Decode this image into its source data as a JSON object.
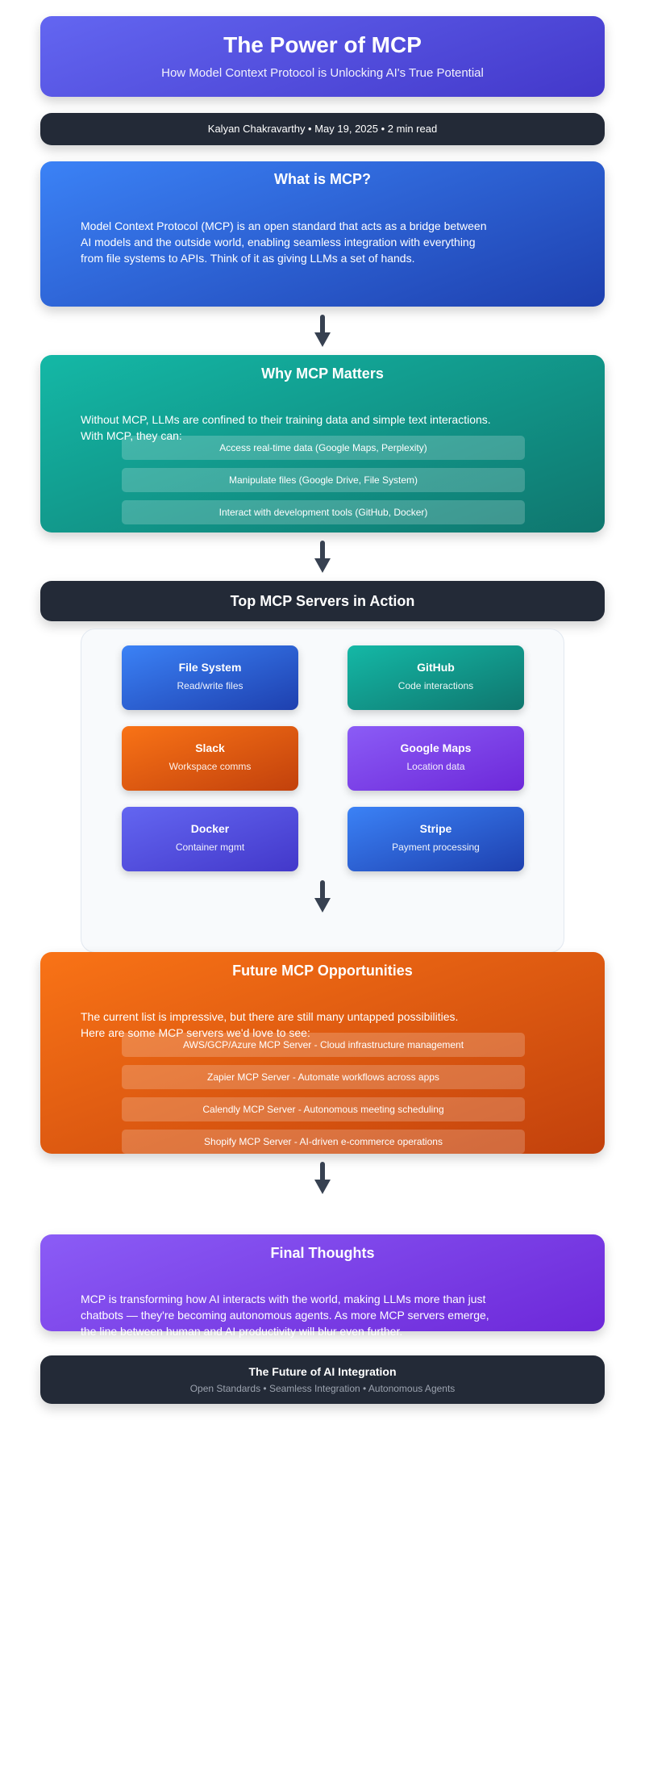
{
  "header": {
    "title": "The Power of MCP",
    "subtitle": "How Model Context Protocol is Unlocking AI's True Potential"
  },
  "meta": "Kalyan Chakravarthy • May 19, 2025 • 2 min read",
  "what": {
    "title": "What is MCP?",
    "lines": [
      "Model Context Protocol (MCP) is an open standard that acts as a bridge between",
      "AI models and the outside world, enabling seamless integration with everything",
      "from file systems to APIs. Think of it as giving LLMs a set of hands."
    ]
  },
  "why": {
    "title": "Why MCP Matters",
    "lines": [
      "Without MCP, LLMs are confined to their training data and simple text interactions.",
      "With MCP, they can:"
    ],
    "items": [
      "Access real-time data (Google Maps, Perplexity)",
      "Manipulate files (Google Drive, File System)",
      "Interact with development tools (GitHub, Docker)"
    ]
  },
  "servers": {
    "title": "Top MCP Servers in Action",
    "items": [
      {
        "name": "File System",
        "desc": "Read/write files",
        "color": "#3b82f6"
      },
      {
        "name": "GitHub",
        "desc": "Code interactions",
        "color": "#14b8a6"
      },
      {
        "name": "Slack",
        "desc": "Workspace comms",
        "color": "#f97316"
      },
      {
        "name": "Google Maps",
        "desc": "Location data",
        "color": "#8b5cf6"
      },
      {
        "name": "Docker",
        "desc": "Container mgmt",
        "color": "#6366f1"
      },
      {
        "name": "Stripe",
        "desc": "Payment processing",
        "color": "#3b82f6"
      }
    ]
  },
  "future": {
    "title": "Future MCP Opportunities",
    "lines": [
      "The current list is impressive, but there are still many untapped possibilities.",
      "Here are some MCP servers we'd love to see:"
    ],
    "items": [
      "AWS/GCP/Azure MCP Server - Cloud infrastructure management",
      "Zapier MCP Server - Automate workflows across apps",
      "Calendly MCP Server - Autonomous meeting scheduling",
      "Shopify MCP Server - AI-driven e-commerce operations"
    ]
  },
  "final": {
    "title": "Final Thoughts",
    "lines": [
      "MCP is transforming how AI interacts with the world, making LLMs more than just",
      "chatbots — they're becoming autonomous agents. As more MCP servers emerge,",
      "the line between human and AI productivity will blur even further."
    ]
  },
  "footer": {
    "title": "The Future of AI Integration",
    "subtitle": "Open Standards • Seamless Integration • Autonomous Agents"
  }
}
